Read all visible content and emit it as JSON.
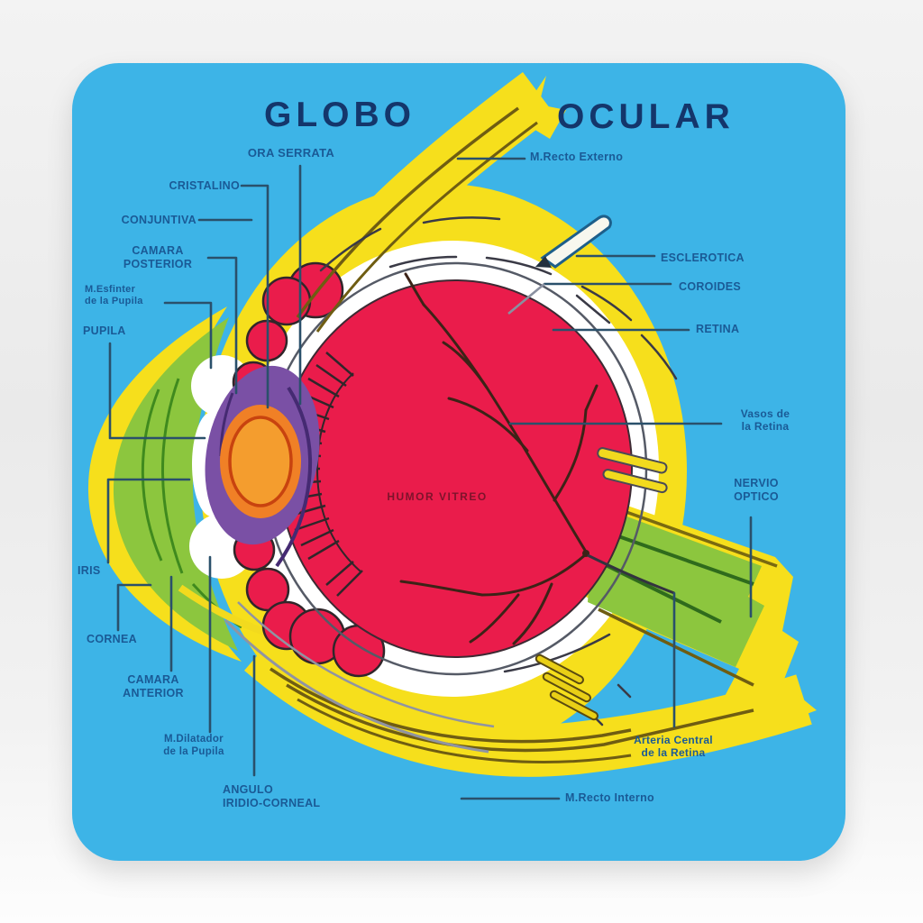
{
  "title": {
    "left": "GLOBO",
    "right": "OCULAR"
  },
  "labels": {
    "ora_serrata": "ORA SERRATA",
    "cristalino": "CRISTALINO",
    "conjuntiva": "CONJUNTIVA",
    "camara_posterior": {
      "l1": "CAMARA",
      "l2": "POSTERIOR"
    },
    "m_esfinter": {
      "l1": "M.Esfinter",
      "l2": "de la Pupila"
    },
    "pupila": "PUPILA",
    "iris": "IRIS",
    "cornea": "CORNEA",
    "camara_anterior": {
      "l1": "CAMARA",
      "l2": "ANTERIOR"
    },
    "m_dilatador": {
      "l1": "M.Dilatador",
      "l2": "de la Pupila"
    },
    "angulo": {
      "l1": "ANGULO",
      "l2": "IRIDIO-CORNEAL"
    },
    "m_recto_externo": "M.Recto Externo",
    "esclerotica": "ESCLEROTICA",
    "coroides": "COROIDES",
    "retina": "RETINA",
    "vasos": {
      "l1": "Vasos de",
      "l2": "la Retina"
    },
    "nervio_optico": {
      "l1": "NERVIO",
      "l2": "OPTICO"
    },
    "arteria": {
      "l1": "Arteria Central",
      "l2": "de la Retina"
    },
    "m_recto_interno": "M.Recto Interno"
  },
  "center_label": "HUMOR VITREO",
  "palette": {
    "card_blue": "#3db4e7",
    "sclera_yellow": "#f6df1c",
    "vitreous_red": "#ea1c4b",
    "cornea_green": "#8cc63e",
    "iris_purple": "#7a50a5",
    "lens_orange": "#f08026",
    "label_blue": "#1a5a96",
    "title_navy": "#14366b"
  }
}
